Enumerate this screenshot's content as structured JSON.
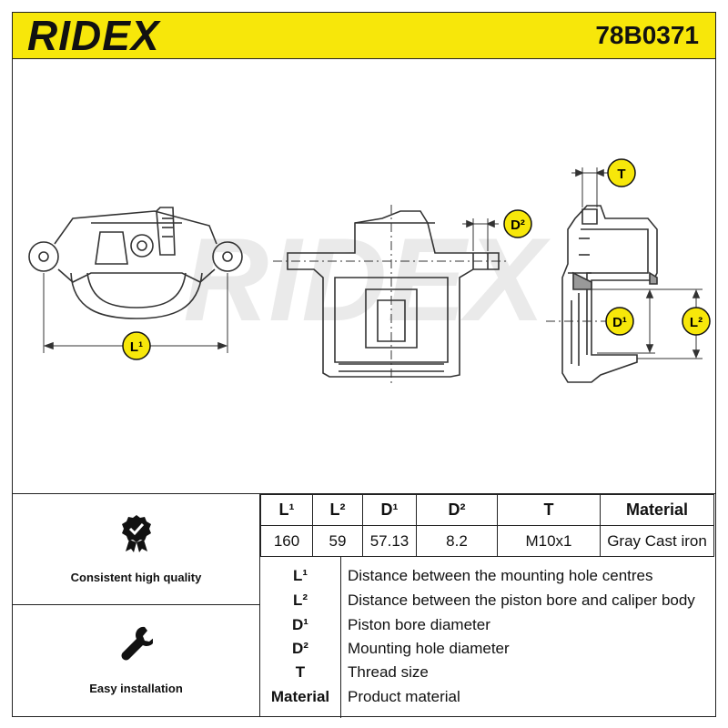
{
  "header": {
    "brand": "RIDEX",
    "part_number": "78B0371",
    "brand_color": "#f7e70a"
  },
  "drawing": {
    "watermark": "RIDEX",
    "dimension_tags": {
      "l1": "L¹",
      "l2": "L²",
      "d1_side": "D¹",
      "d2": "D²",
      "t": "T"
    }
  },
  "features": [
    {
      "icon": "quality-seal-icon",
      "label": "Consistent high quality"
    },
    {
      "icon": "wrench-icon",
      "label": "Easy installation"
    }
  ],
  "spec_table": {
    "headers": [
      "L¹",
      "L²",
      "D¹",
      "D²",
      "T",
      "Material"
    ],
    "values": [
      "160",
      "59",
      "57.13",
      "8.2",
      "M10x1",
      "Gray Cast iron"
    ]
  },
  "legend": [
    {
      "key": "L¹",
      "desc": "Distance between the mounting hole centres"
    },
    {
      "key": "L²",
      "desc": "Distance between the piston bore and caliper body"
    },
    {
      "key": "D¹",
      "desc": "Piston bore diameter"
    },
    {
      "key": "D²",
      "desc": "Mounting hole diameter"
    },
    {
      "key": "T",
      "desc": "Thread size"
    },
    {
      "key": "Material",
      "desc": "Product material"
    }
  ]
}
